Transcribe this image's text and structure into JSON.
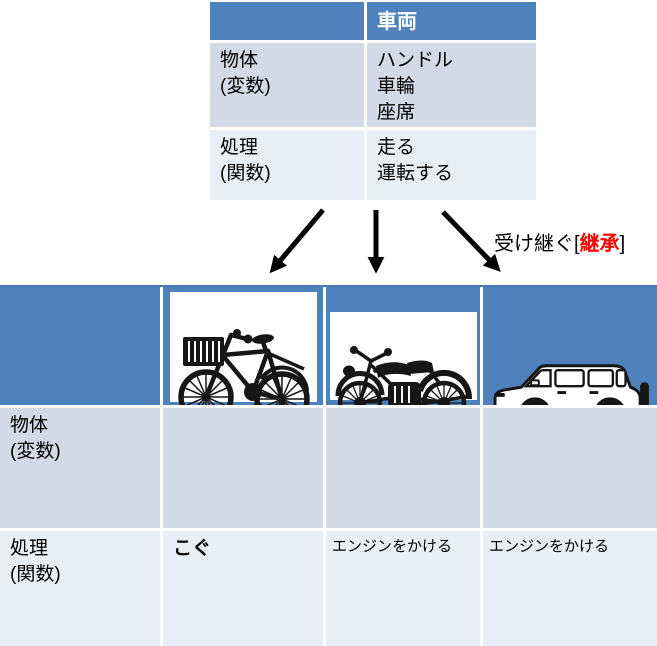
{
  "colors": {
    "header_blue": "#4f81bd",
    "header_top_border": "#4a76ad",
    "band_dark": "#d2d9e7",
    "band_light": "#e9edf4",
    "highlight_red": "#ff0000",
    "arrow_black": "#000000"
  },
  "parent_table": {
    "title": "車両",
    "variables_label": "物体\n(変数)",
    "functions_label": "処理\n(関数)",
    "variables": "ハンドル\n車輪\n座席",
    "functions": "走る\n運転する"
  },
  "inheritance_label": {
    "prefix": "受け継ぐ[",
    "highlight": "継承",
    "suffix": "]"
  },
  "child_table": {
    "variables_label": "物体\n(変数)",
    "functions_label": "処理\n(関数)",
    "children": [
      {
        "icon": "bicycle-image",
        "variables": "",
        "functions": "こぐ"
      },
      {
        "icon": "motorcycle-image",
        "variables": "",
        "functions": "エンジンをかける"
      },
      {
        "icon": "car-image",
        "variables": "",
        "functions": "エンジンをかける"
      }
    ]
  }
}
